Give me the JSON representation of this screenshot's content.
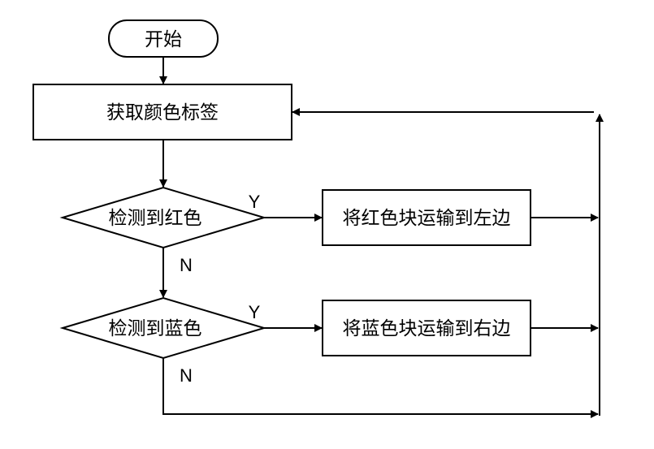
{
  "nodes": {
    "start": "开始",
    "get_color_tag": "获取颜色标签",
    "detect_red": "检测到红色",
    "detect_blue": "检测到蓝色",
    "transport_red": "将红色块运输到左边",
    "transport_blue": "将蓝色块运输到右边"
  },
  "branch_labels": {
    "red_yes": "Y",
    "red_no": "N",
    "blue_yes": "Y",
    "blue_no": "N"
  },
  "colors": {
    "stroke": "#000000",
    "background": "#ffffff"
  }
}
